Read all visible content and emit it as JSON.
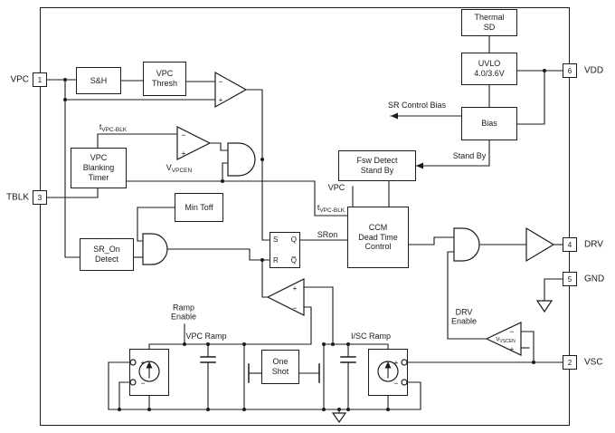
{
  "colors": {
    "line": "#1a1a1a",
    "background": "#ffffff"
  },
  "pins": {
    "vpc": {
      "label": "VPC",
      "number": "1"
    },
    "tblk": {
      "label": "TBLK",
      "number": "3"
    },
    "vdd": {
      "label": "VDD",
      "number": "6"
    },
    "drv": {
      "label": "DRV",
      "number": "4"
    },
    "gnd": {
      "label": "GND",
      "number": "5"
    },
    "vsc": {
      "label": "VSC",
      "number": "2"
    }
  },
  "blocks": {
    "thermal_sd": {
      "line1": "Thermal",
      "line2": "SD"
    },
    "uvlo": {
      "line1": "UVLO",
      "line2": "4.0/3.6V"
    },
    "bias": {
      "line1": "Bias"
    },
    "sample_hold": {
      "line1": "S&H"
    },
    "vpc_thresh": {
      "line1": "VPC",
      "line2": "Thresh"
    },
    "vpc_blanking_timer": {
      "line1": "VPC",
      "line2": "Blanking",
      "line3": "Timer"
    },
    "fsw_detect": {
      "line1": "Fsw Detect",
      "line2": "Stand By"
    },
    "min_toff": {
      "line1": "Min Toff"
    },
    "sr_on_detect": {
      "line1": "SR_On",
      "line2": "Detect"
    },
    "ccm_dead_time": {
      "line1": "CCM",
      "line2": "Dead Time",
      "line3": "Control"
    },
    "one_shot": {
      "line1": "One",
      "line2": "Shot"
    },
    "flip_flop": {
      "set": "S",
      "reset": "R",
      "q": "Q",
      "q_bar": "Q̅"
    }
  },
  "labels": {
    "sr_control_bias": "SR Control Bias",
    "stand_by": "Stand By",
    "vpc": "VPC",
    "sron": "SRon",
    "ramp_enable_line1": "Ramp",
    "ramp_enable_line2": "Enable",
    "drv_enable_line1": "DRV",
    "drv_enable_line2": "Enable",
    "vpc_ramp": "VPC Ramp",
    "isc_ramp": "I/SC Ramp",
    "t_vpc_blk": {
      "base": "t",
      "sub": "VPC-BLK"
    },
    "v_vpcen": {
      "base": "V",
      "sub": "VPCEN"
    },
    "v_vscen": {
      "base": "V",
      "sub": "VSCEN"
    }
  },
  "signs": {
    "plus": "+",
    "minus": "−"
  }
}
